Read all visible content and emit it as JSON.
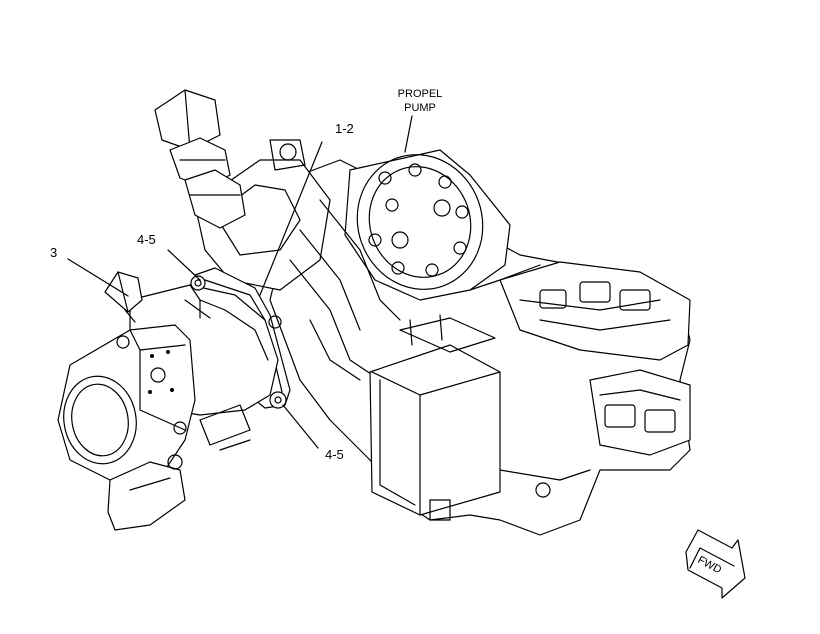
{
  "labels": {
    "propel_pump_line1": "PROPEL",
    "propel_pump_line2": "PUMP",
    "callout_1_2": "1-2",
    "callout_3": "3",
    "callout_4_5_upper": "4-5",
    "callout_4_5_lower": "4-5",
    "forward_arrow": "FWD"
  }
}
